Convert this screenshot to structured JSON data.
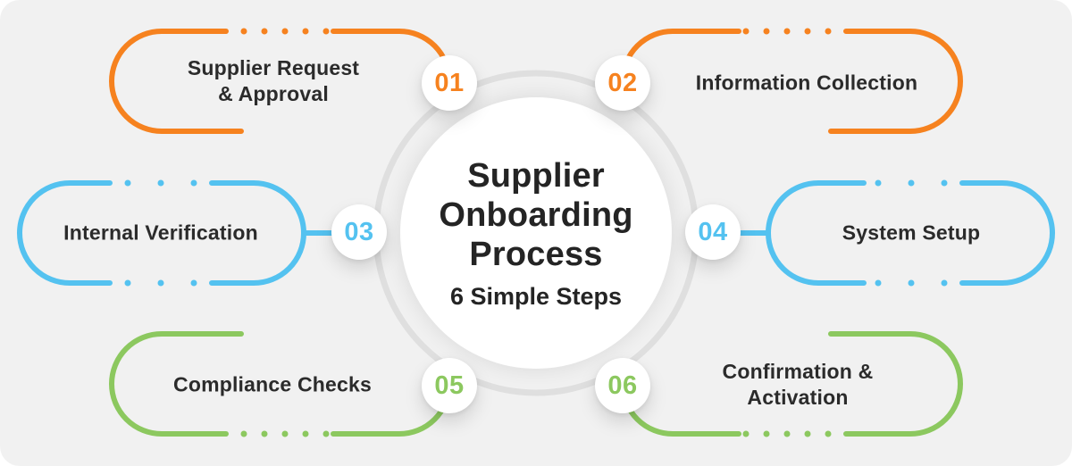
{
  "diagram": {
    "title_lines": [
      "Supplier",
      "Onboarding",
      "Process"
    ],
    "subtitle": "6 Simple Steps"
  },
  "steps": [
    {
      "number": "01",
      "line1": "Supplier Request",
      "line2": "& Approval",
      "color": "#F6821F",
      "position": "top-left"
    },
    {
      "number": "02",
      "line1": "Information Collection",
      "line2": "",
      "color": "#F6821F",
      "position": "top-right"
    },
    {
      "number": "03",
      "line1": "Internal Verification",
      "line2": "",
      "color": "#54C2F0",
      "position": "middle-left"
    },
    {
      "number": "04",
      "line1": "System Setup",
      "line2": "",
      "color": "#54C2F0",
      "position": "middle-right"
    },
    {
      "number": "05",
      "line1": "Compliance Checks",
      "line2": "",
      "color": "#8CC85F",
      "position": "bottom-left"
    },
    {
      "number": "06",
      "line1": "Confirmation &",
      "line2": "Activation",
      "color": "#8CC85F",
      "position": "bottom-right"
    }
  ],
  "colors": {
    "orange": "#F6821F",
    "blue": "#54C2F0",
    "green": "#8CC85F",
    "ring": "#DFDFDF",
    "canvas_bg": "#F1F1F1",
    "title_text": "#242424",
    "label_text": "#2B2B2B",
    "badge_bg": "#FFFFFF"
  }
}
